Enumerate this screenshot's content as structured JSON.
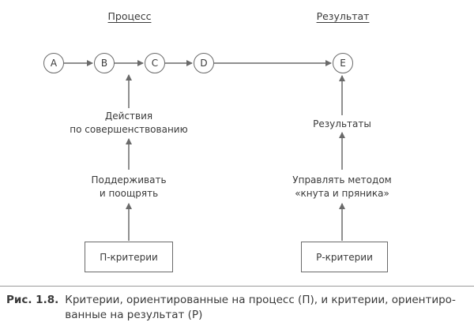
{
  "diagram": {
    "process_heading": "Процесс",
    "result_heading": "Результат",
    "nodes": [
      "A",
      "B",
      "C",
      "D",
      "E"
    ],
    "process_column": {
      "actions_label": [
        "Действия",
        "по совершенствованию"
      ],
      "support_label": [
        "Поддерживать",
        "и поощрять"
      ],
      "criteria_box": "П-критерии"
    },
    "result_column": {
      "results_label": "Результаты",
      "manage_label": [
        "Управлять методом",
        "«кнута и пряника»"
      ],
      "criteria_box": "Р-критерии"
    },
    "line_color": "#6a6a6a"
  },
  "caption": {
    "label": "Рис. 1.8.",
    "text": "Критерии, ориентированные на процесс (П), и критерии, ориентиро-ванные на результат (Р)"
  }
}
